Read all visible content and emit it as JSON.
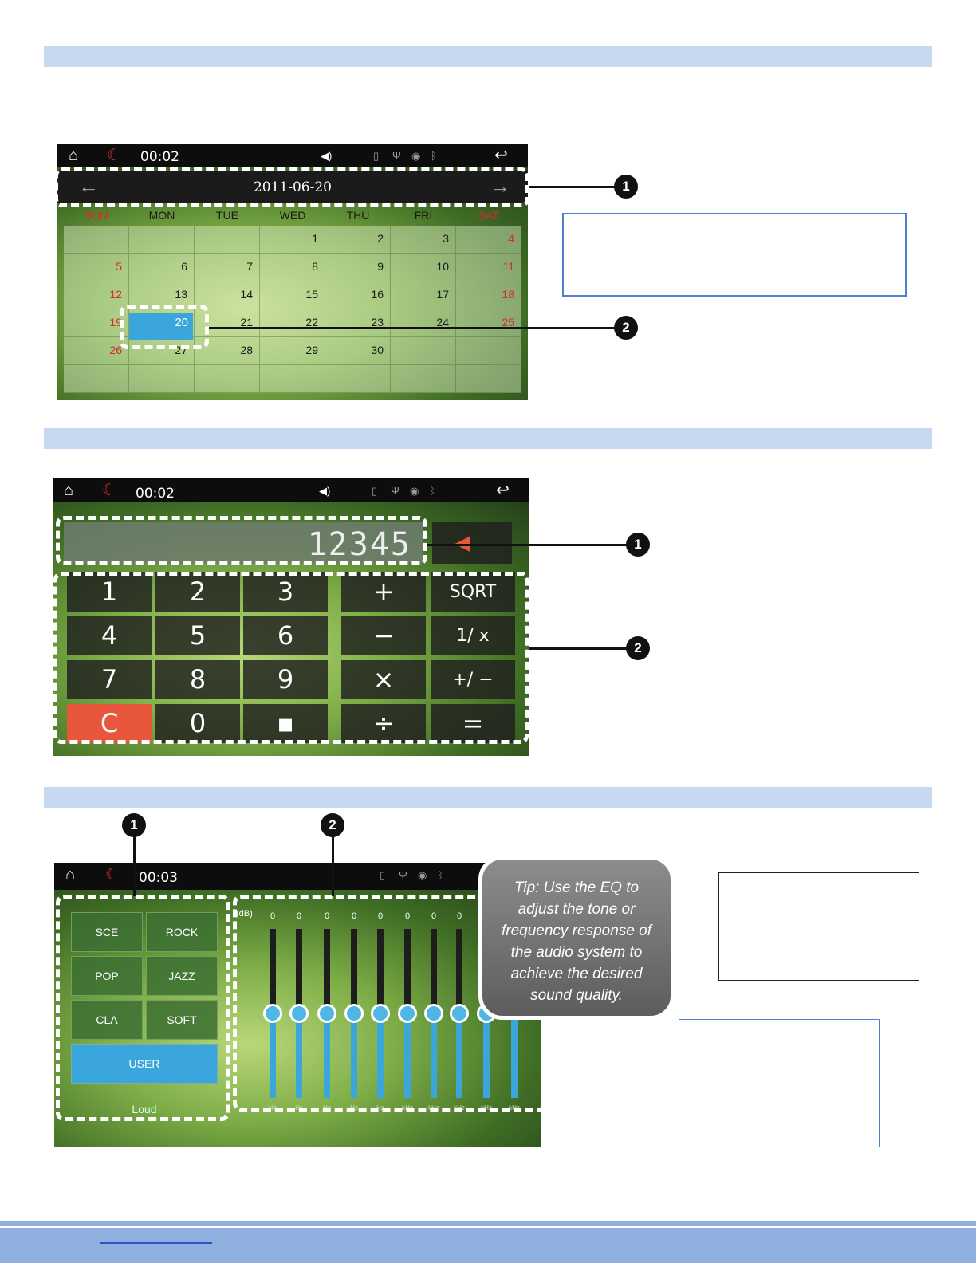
{
  "calendar": {
    "time": "00:02",
    "date": "2011-06-20",
    "weekdays": [
      "SUN",
      "MON",
      "TUE",
      "WED",
      "THU",
      "FRI",
      "SAT"
    ],
    "weeks": [
      [
        "",
        "",
        "",
        "1",
        "2",
        "3",
        "4"
      ],
      [
        "5",
        "6",
        "7",
        "8",
        "9",
        "10",
        "11"
      ],
      [
        "12",
        "13",
        "14",
        "15",
        "16",
        "17",
        "18"
      ],
      [
        "19",
        "20",
        "21",
        "22",
        "23",
        "24",
        "25"
      ],
      [
        "26",
        "27",
        "28",
        "29",
        "30",
        "",
        ""
      ],
      [
        "",
        "",
        "",
        "",
        "",
        "",
        ""
      ]
    ],
    "selected_day": "20",
    "callouts": [
      "1",
      "2"
    ]
  },
  "calculator": {
    "time": "00:02",
    "display": "12345",
    "keys": [
      [
        "1",
        "2",
        "3",
        "+",
        "SQRT"
      ],
      [
        "4",
        "5",
        "6",
        "−",
        "1/ x"
      ],
      [
        "7",
        "8",
        "9",
        "×",
        "+/ −"
      ],
      [
        "C",
        "0",
        "▪",
        "÷",
        "="
      ]
    ],
    "callouts": [
      "1",
      "2"
    ]
  },
  "equalizer": {
    "time": "00:03",
    "presets": [
      "SCE",
      "ROCK",
      "POP",
      "JAZZ",
      "CLA",
      "SOFT"
    ],
    "user_label": "USER",
    "loud_label": "Loud",
    "db_label": "(dB)",
    "band_values": [
      "0",
      "0",
      "0",
      "0",
      "0",
      "0",
      "0",
      "0",
      "0",
      "0"
    ],
    "band_freq_units": [
      "Hz",
      "Hz",
      "Hz",
      "Hz",
      "Hz",
      "kHz",
      "kHz",
      "kHz",
      "kHz",
      "kHz"
    ],
    "tip": "Tip: Use the EQ to adjust the tone or frequency response of the audio system to achieve the desired sound quality.",
    "callouts": [
      "1",
      "2"
    ]
  },
  "icons": {
    "home": "home-icon",
    "mute": "moon-icon",
    "back": "back-arrow-icon",
    "volume": "speaker-icon",
    "sd": "sd-card-icon",
    "usb": "usb-icon",
    "disc": "disc-icon",
    "bluetooth": "bluetooth-icon"
  },
  "colors": {
    "band": "#c6d9f0",
    "selected": "#3aa6dc",
    "clear_key": "#e8573c",
    "weekend": "#d42b2b"
  }
}
